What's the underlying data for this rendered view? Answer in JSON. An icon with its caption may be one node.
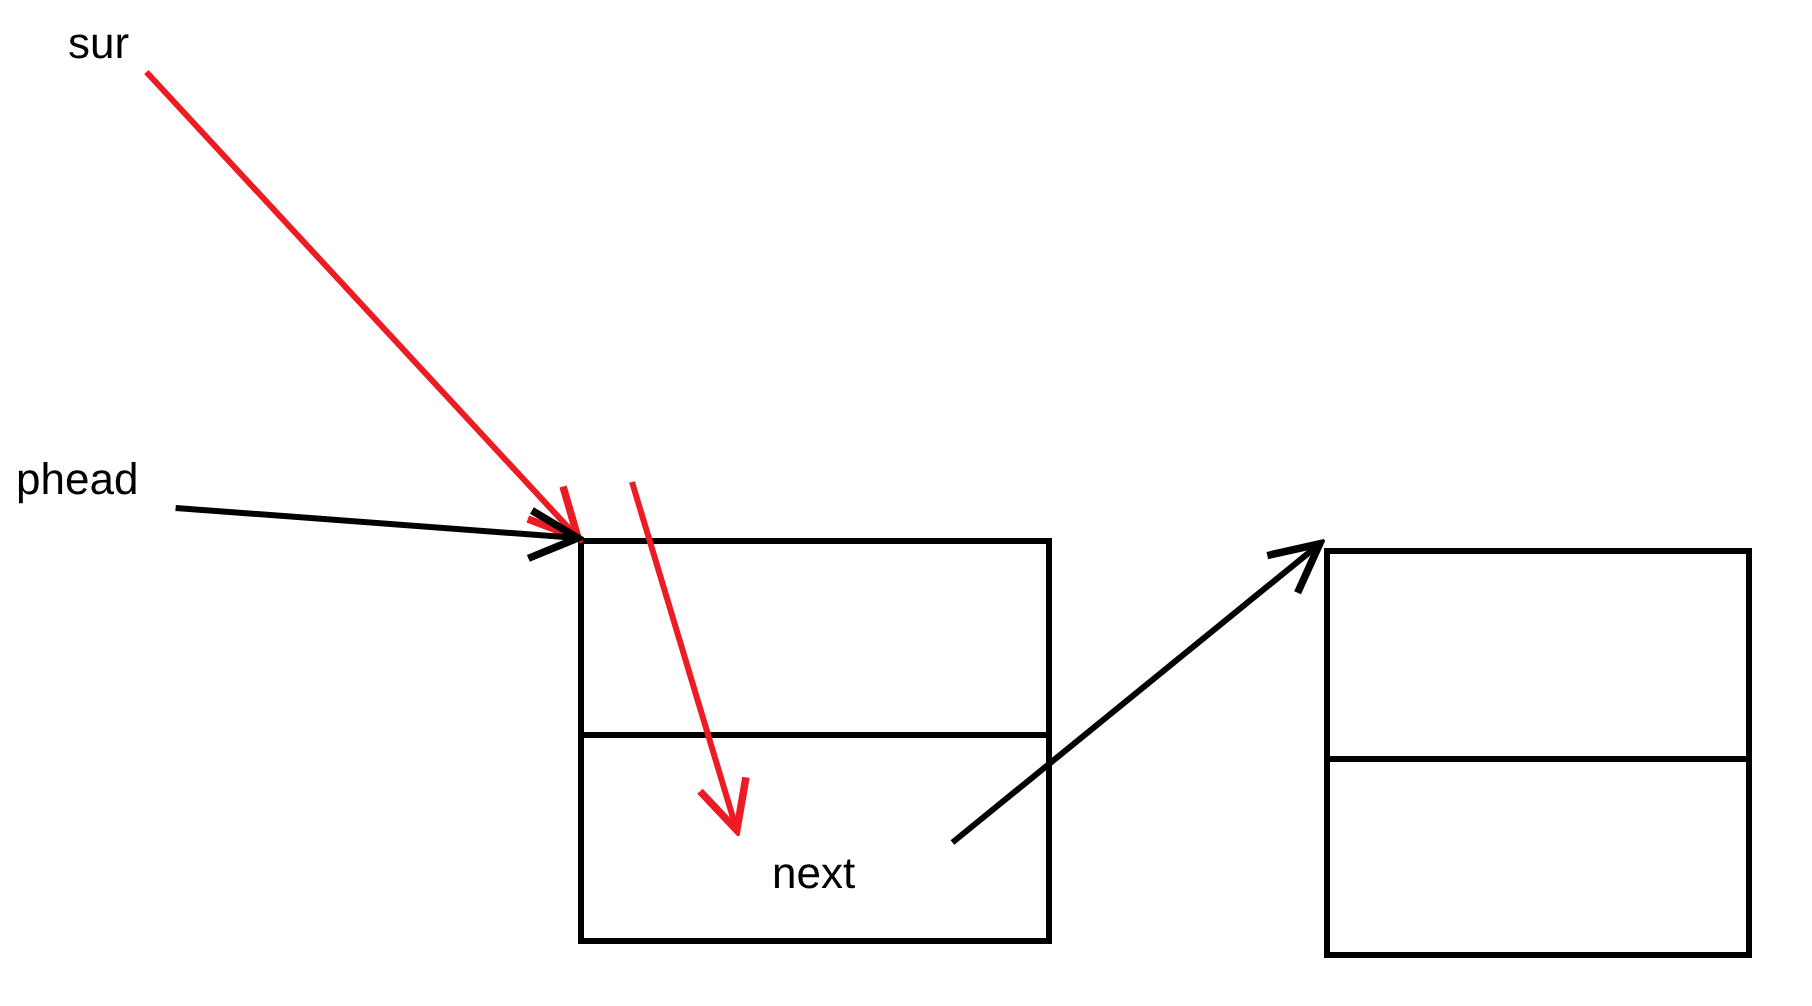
{
  "diagram": {
    "nodes": [
      {
        "text": [
          "sur"
        ]
      },
      {
        "text": [
          "phead"
        ]
      },
      {
        "text": [
          "next"
        ]
      },
      {
        "text": [],
        "shape": "box"
      }
    ],
    "edges": [
      {
        "from": 0,
        "to": 2,
        "arrow": "to",
        "color": "#ed1c24"
      },
      {
        "from": 1,
        "to": 2,
        "arrow": "to",
        "color": "#000000"
      },
      {
        "from": null,
        "to": 2,
        "arrow": "to",
        "color": "#ed1c24"
      },
      {
        "from": 2,
        "to": 3,
        "arrow": "to",
        "color": "#000000"
      }
    ]
  }
}
